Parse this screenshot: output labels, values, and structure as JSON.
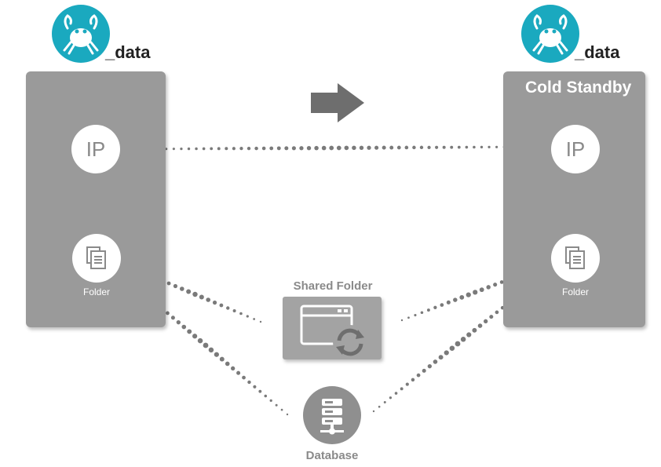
{
  "primary": {
    "suffix": "_data",
    "ip_label": "IP",
    "folder_label": "Folder"
  },
  "standby": {
    "title": "Cold Standby",
    "suffix": "_data",
    "ip_label": "IP",
    "folder_label": "Folder"
  },
  "shared_folder": {
    "label": "Shared Folder"
  },
  "database": {
    "label": "Database"
  },
  "colors": {
    "accent": "#1aa9bf",
    "panel": "#9a9a9a",
    "dots": "#7a7a7a",
    "arrow": "#6e6e6e"
  }
}
